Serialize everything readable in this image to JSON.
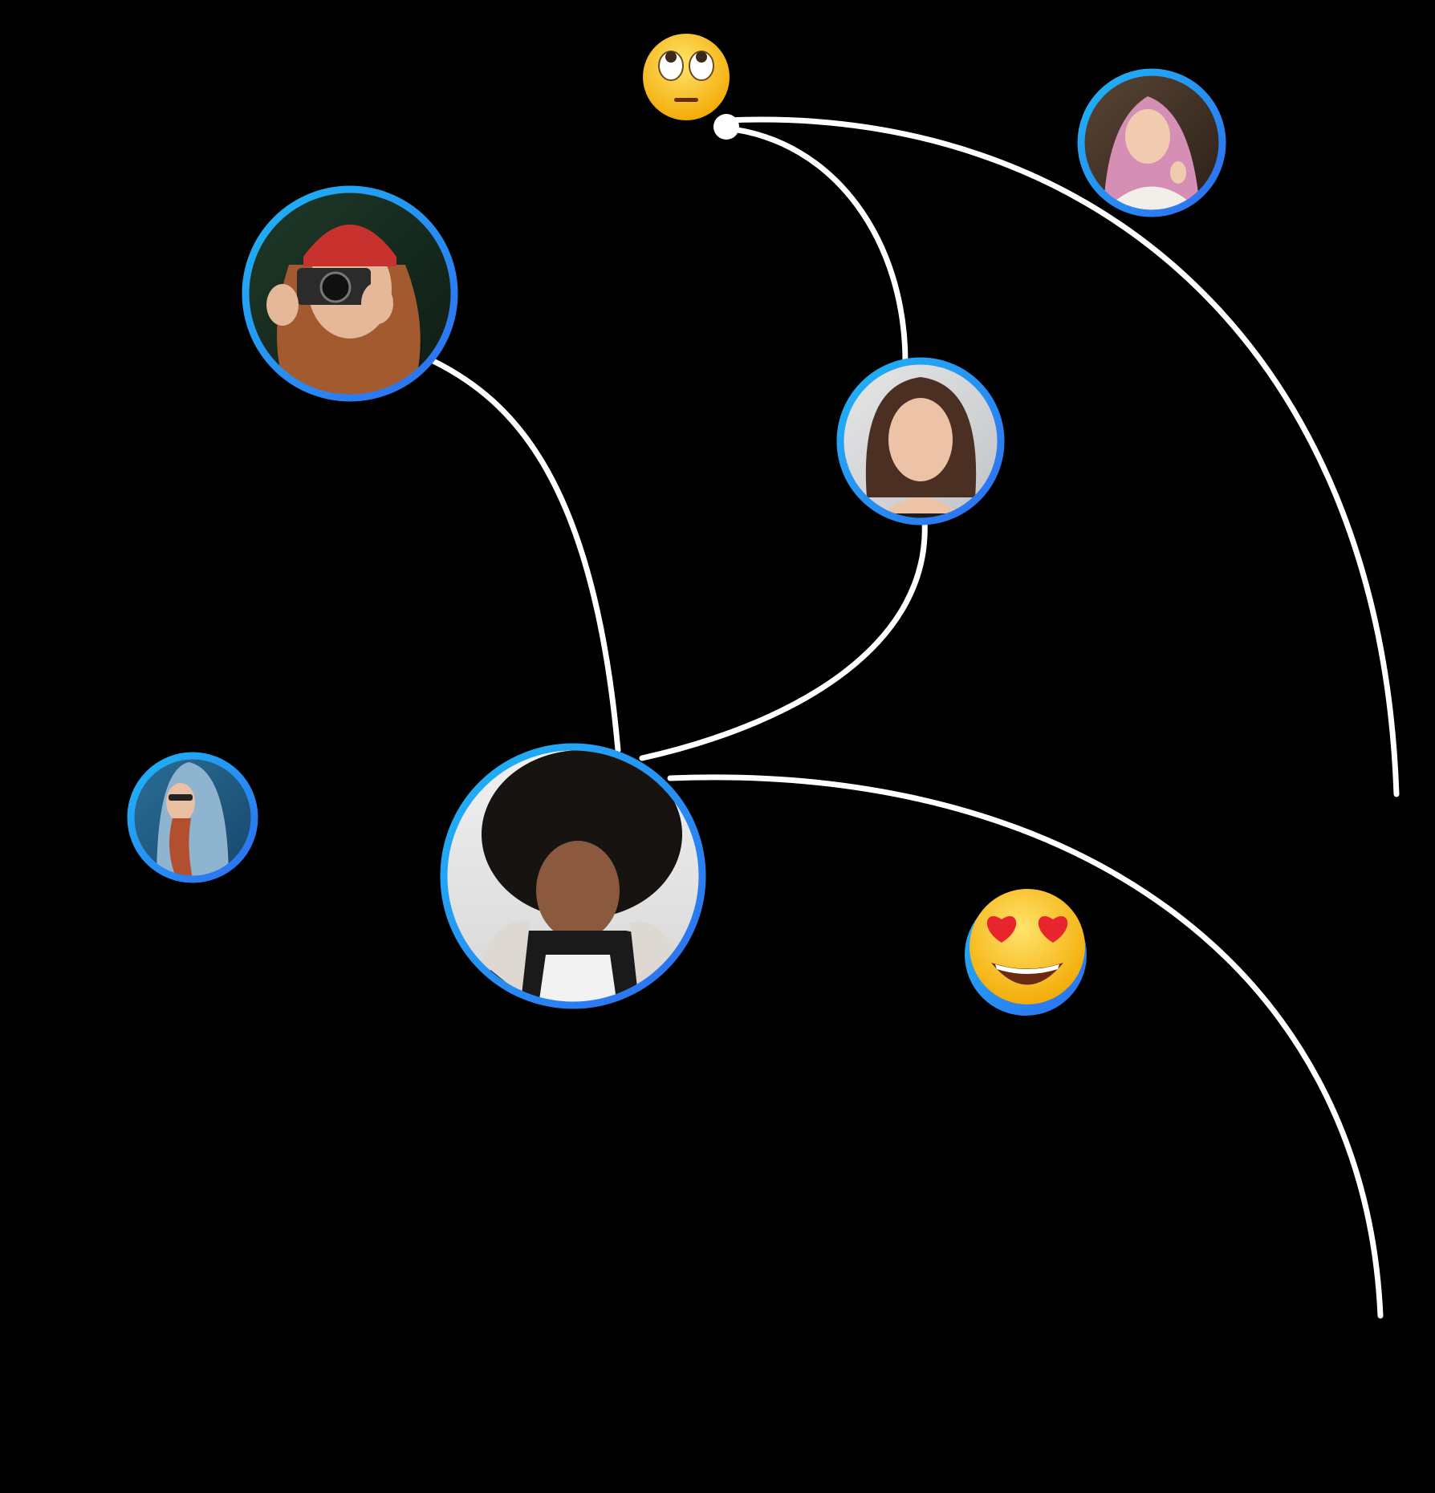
{
  "colors": {
    "background": "#000000",
    "connection_line": "#ffffff",
    "avatar_ring_start": "#1eb6f5",
    "avatar_ring_end": "#2f6cf0",
    "emoji_face_light": "#ffd84a",
    "emoji_face_dark": "#f0a400",
    "heart": "#e8242c",
    "mouth": "#6b2a10"
  },
  "icons": {
    "eye_roll_emoji": "face-with-rolling-eyes-icon",
    "heart_eyes_emoji": "smiling-face-with-heart-eyes-icon"
  },
  "nodes": [
    {
      "id": "photographer-red-beanie",
      "kind": "avatar-photo"
    },
    {
      "id": "woman-hijab",
      "kind": "avatar-photo"
    },
    {
      "id": "woman-brown-hair",
      "kind": "avatar-photo"
    },
    {
      "id": "woman-blue-hoodie",
      "kind": "avatar-photo"
    },
    {
      "id": "woman-afro",
      "kind": "avatar-photo"
    },
    {
      "id": "eye-roll",
      "kind": "emoji"
    },
    {
      "id": "heart-eyes",
      "kind": "emoji"
    }
  ]
}
